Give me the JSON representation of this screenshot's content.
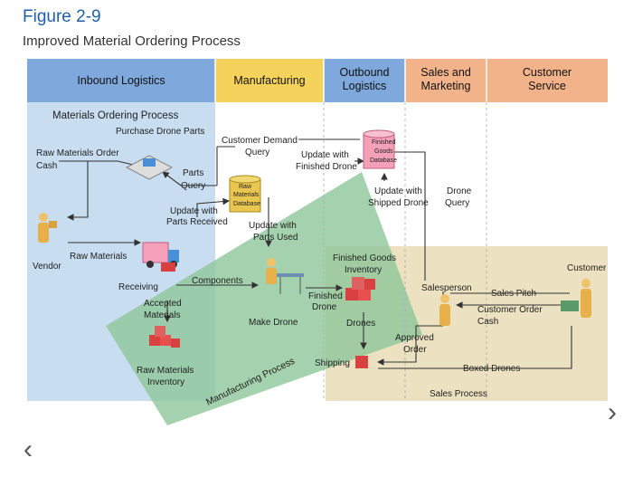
{
  "figure": {
    "label": "Figure 2-9",
    "title": "Improved Material Ordering Process"
  },
  "lanes": [
    "Inbound Logistics",
    "Manufacturing",
    "Outbound|Logistics",
    "Sales and|Marketing",
    "Customer|Service"
  ],
  "labels": {
    "materials_ordering": "Materials Ordering Process",
    "purchase_drone_parts": "Purchase Drone Parts",
    "raw_materials_order_1": "Raw Materials Order",
    "raw_materials_order_2": "Cash",
    "parts_query_1": "Parts",
    "parts_query_2": "Query",
    "update_received_1": "Update with",
    "update_received_2": "Parts Received",
    "raw_materials": "Raw Materials",
    "vendor": "Vendor",
    "receiving": "Receiving",
    "components": "Components",
    "accepted_1": "Accepted",
    "accepted_2": "Materials",
    "raw_inv_1": "Raw Materials",
    "raw_inv_2": "Inventory",
    "customer_demand_1": "Customer Demand",
    "customer_demand_2": "Query",
    "rm_db_1": "Raw",
    "rm_db_2": "Materials",
    "rm_db_3": "Database",
    "update_parts_used_1": "Update with",
    "update_parts_used_2": "Parts Used",
    "make_drone": "Make Drone",
    "manufacturing_process": "Manufacturing Process",
    "update_finished_1": "Update with",
    "update_finished_2": "Finished Drone",
    "fg_db_1": "Finished",
    "fg_db_2": "Goods",
    "fg_db_3": "Database",
    "update_shipped_1": "Update with",
    "update_shipped_2": "Shipped Drone",
    "drone_query_1": "Drone",
    "drone_query_2": "Query",
    "fg_inv_1": "Finished Goods",
    "fg_inv_2": "Inventory",
    "finished_drone_1": "Finished",
    "finished_drone_2": "Drone",
    "drones": "Drones",
    "shipping": "Shipping",
    "approved_1": "Approved",
    "approved_2": "Order",
    "salesperson": "Salesperson",
    "sales_pitch": "Sales Pitch",
    "customer_order_1": "Customer Order",
    "customer_order_2": "Cash",
    "boxed_drones": "Boxed Drones",
    "sales_process": "Sales Process",
    "customer": "Customer"
  },
  "nav": {
    "prev": "‹",
    "next": "›"
  },
  "colors": {
    "inbound": "#7fa8dc",
    "manufacturing": "#f5d25c",
    "outbound": "#7fa8dc",
    "sales": "#f3b38a",
    "service": "#f3b38a",
    "blue_zone": "#c9ddf0",
    "green_zone": "#8fc79a",
    "tan_zone": "#ece1c0"
  }
}
